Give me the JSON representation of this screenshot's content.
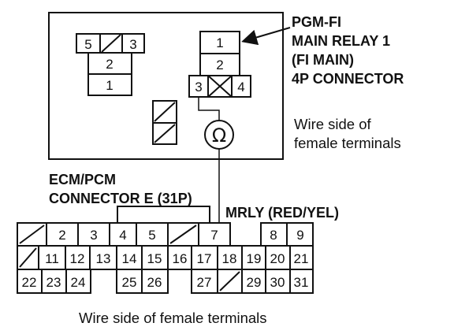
{
  "relay_label": [
    "PGM-FI",
    "MAIN RELAY 1",
    "(FI MAIN)",
    "4P CONNECTOR"
  ],
  "relay_note": [
    "Wire side of",
    "female terminals"
  ],
  "ecm_label": [
    "ECM/PCM",
    "CONNECTOR E (31P)"
  ],
  "wire_label": "MRLY (RED/YEL)",
  "bottom_note": "Wire side of female terminals",
  "meter_symbol": "Ω",
  "left_conn": {
    "r1": [
      "5",
      "3"
    ],
    "r2": "2",
    "r3": "1"
  },
  "relay_conn": {
    "p1": "1",
    "p2": "2",
    "p3": "3",
    "p4": "4"
  },
  "ecm_pins": {
    "row1": [
      "2",
      "3",
      "4",
      "5",
      "7",
      "8",
      "9"
    ],
    "row2": [
      "11",
      "12",
      "13",
      "14",
      "15",
      "16",
      "17",
      "18",
      "19",
      "20",
      "21"
    ],
    "row3": [
      "22",
      "23",
      "24",
      "25",
      "26",
      "27",
      "29",
      "30",
      "31"
    ]
  }
}
